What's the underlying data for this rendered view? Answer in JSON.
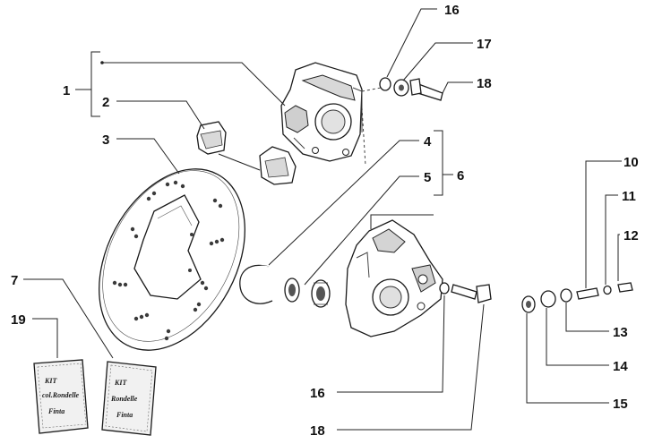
{
  "callouts": {
    "c1": "1",
    "c2": "2",
    "c3": "3",
    "c4": "4",
    "c5": "5",
    "c6": "6",
    "c7": "7",
    "c10": "10",
    "c11": "11",
    "c12": "12",
    "c13": "13",
    "c14": "14",
    "c15": "15",
    "c16_top": "16",
    "c16_bottom": "16",
    "c17": "17",
    "c18_top": "18",
    "c18_bottom": "18",
    "c19": "19"
  },
  "kits": {
    "kit_19": {
      "line1": "KIT",
      "line2": "col.Rondelle",
      "line3": "Finta"
    },
    "kit_7": {
      "line1": "KIT",
      "line2": "Rondelle",
      "line3": "Finta"
    }
  },
  "colors": {
    "line": "#222222",
    "part_fill": "#ffffff",
    "shade": "#cfcfcf",
    "dark": "#555555"
  }
}
